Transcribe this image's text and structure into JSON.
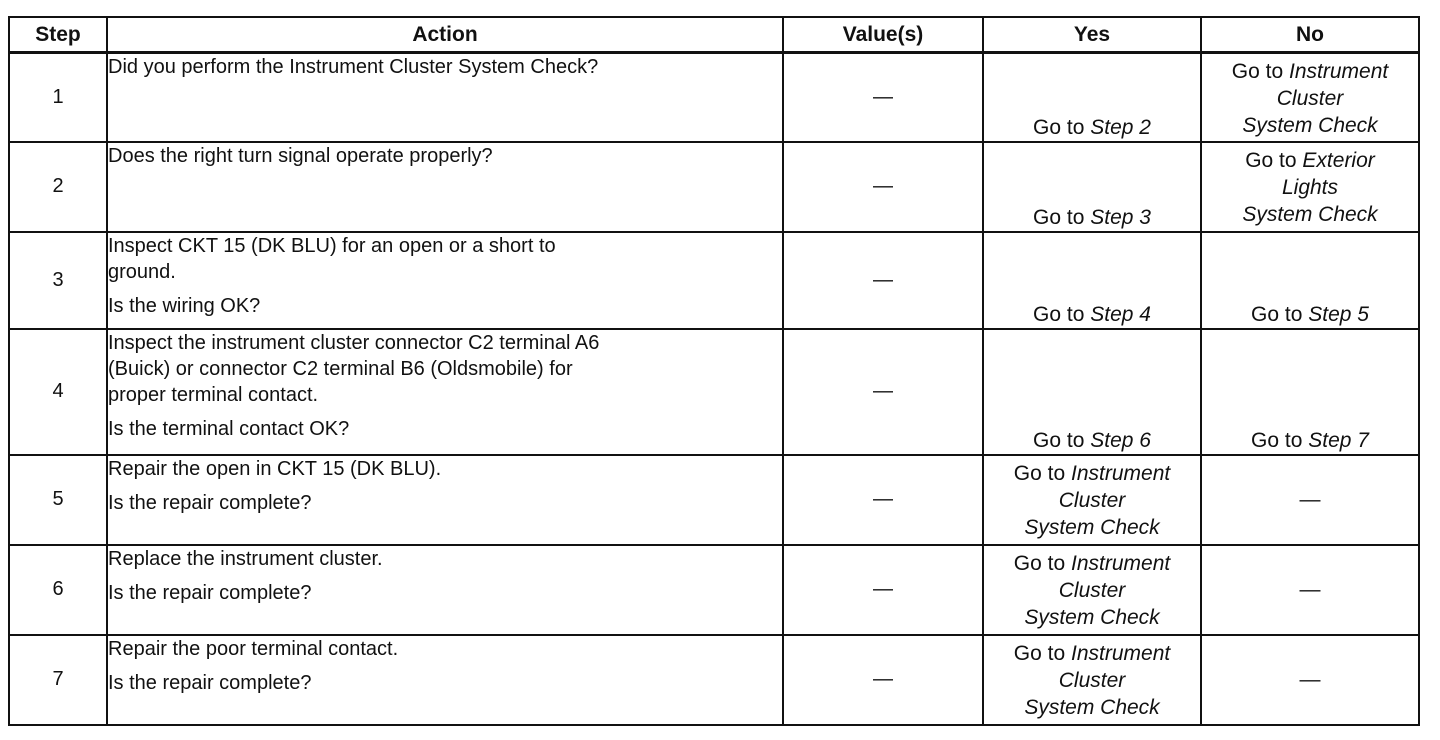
{
  "headers": {
    "step": "Step",
    "action": "Action",
    "values": "Value(s)",
    "yes": "Yes",
    "no": "No"
  },
  "rows": [
    {
      "step": "1",
      "action": [
        "Did you perform the Instrument Cluster System Check?"
      ],
      "question": "",
      "value": "—",
      "yes": {
        "prefix": "Go to",
        "ref": [
          "Step 2"
        ]
      },
      "no": {
        "prefix": "Go to",
        "ref": [
          "Instrument",
          "Cluster",
          "System Check"
        ]
      }
    },
    {
      "step": "2",
      "action": [
        "Does the right turn signal operate properly?"
      ],
      "question": "",
      "value": "—",
      "yes": {
        "prefix": "Go to",
        "ref": [
          "Step 3"
        ]
      },
      "no": {
        "prefix": "Go to",
        "ref": [
          "Exterior",
          "Lights",
          "System Check"
        ]
      }
    },
    {
      "step": "3",
      "action": [
        "Inspect CKT 15 (DK BLU) for an open or a short to",
        "ground."
      ],
      "question": "Is the wiring OK?",
      "value": "—",
      "yes": {
        "prefix": "Go to",
        "ref": [
          "Step 4"
        ]
      },
      "no": {
        "prefix": "Go to",
        "ref": [
          "Step 5"
        ]
      }
    },
    {
      "step": "4",
      "action": [
        "Inspect the instrument cluster connector C2 terminal A6",
        "(Buick) or connector C2 terminal B6 (Oldsmobile) for",
        "proper terminal contact."
      ],
      "question": "Is the terminal contact OK?",
      "value": "—",
      "yes": {
        "prefix": "Go to",
        "ref": [
          "Step 6"
        ]
      },
      "no": {
        "prefix": "Go to",
        "ref": [
          "Step 7"
        ]
      }
    },
    {
      "step": "5",
      "action": [
        "Repair the open in CKT 15 (DK BLU)."
      ],
      "question": "Is the repair complete?",
      "value": "—",
      "yes": {
        "prefix": "Go to",
        "ref": [
          "Instrument",
          "Cluster",
          "System Check"
        ]
      },
      "no": {
        "dash": "—"
      }
    },
    {
      "step": "6",
      "action": [
        "Replace the instrument cluster."
      ],
      "question": "Is the repair complete?",
      "value": "—",
      "yes": {
        "prefix": "Go to",
        "ref": [
          "Instrument",
          "Cluster",
          "System Check"
        ]
      },
      "no": {
        "dash": "—"
      }
    },
    {
      "step": "7",
      "action": [
        "Repair the poor terminal contact."
      ],
      "question": "Is the repair complete?",
      "value": "—",
      "yes": {
        "prefix": "Go to",
        "ref": [
          "Instrument",
          "Cluster",
          "System Check"
        ]
      },
      "no": {
        "dash": "—"
      }
    }
  ]
}
